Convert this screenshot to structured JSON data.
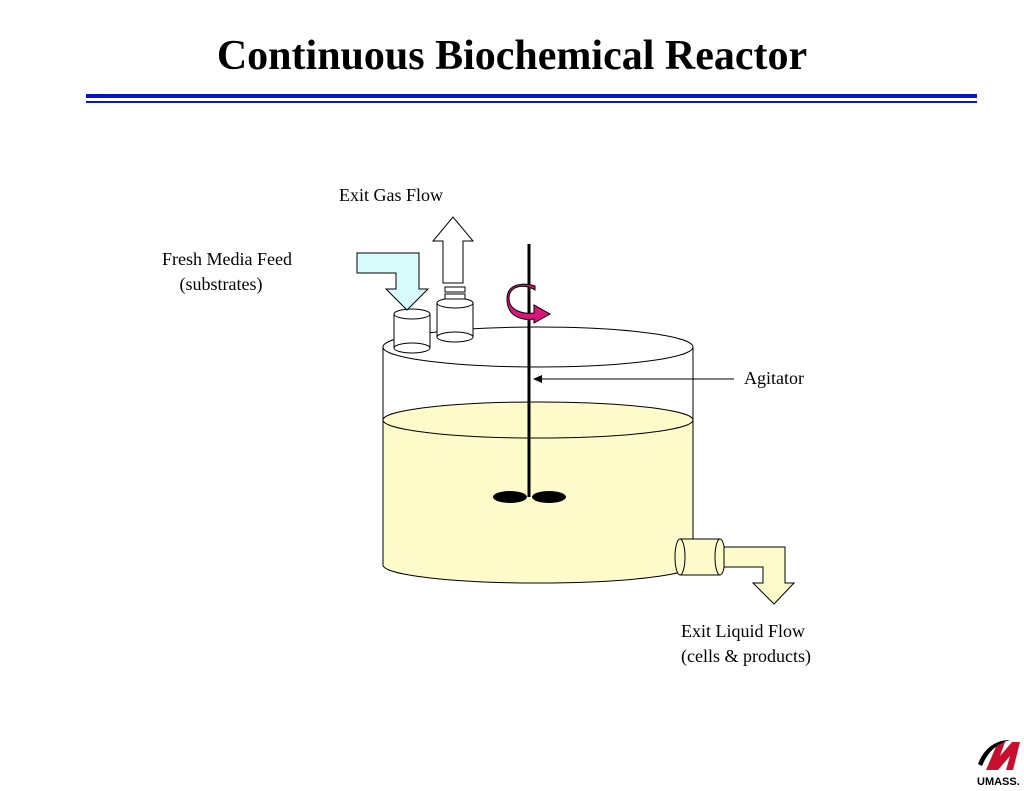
{
  "title": "Continuous Biochemical Reactor",
  "labels": {
    "exit_gas": "Exit Gas Flow",
    "feed_line1": "Fresh Media Feed",
    "feed_line2": "(substrates)",
    "agitator": "Agitator",
    "exit_liquid_line1": "Exit Liquid Flow",
    "exit_liquid_line2": "(cells & products)"
  },
  "logo": {
    "text": "UMASS."
  },
  "colors": {
    "title_rule": "#0a14c8",
    "liquid": "#fdfbc9",
    "feed_arrow": "#d8fbfb",
    "exit_liquid_arrow": "#fdfbc9",
    "rotation_arrow": "#d8157a",
    "logo_red": "#c8102e"
  }
}
